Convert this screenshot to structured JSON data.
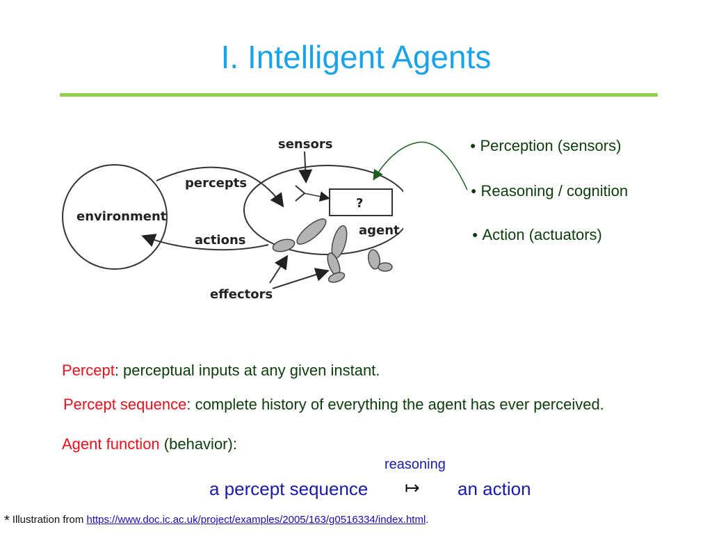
{
  "slide": {
    "title": "I. Intelligent Agents"
  },
  "diagram": {
    "labels": {
      "sensors": "sensors",
      "percepts": "percepts",
      "environment": "environment",
      "actions": "actions",
      "agent": "agent",
      "question": "?",
      "effectors": "effectors"
    }
  },
  "bullets": [
    "Perception (sensors)",
    "Reasoning / cognition",
    "Action (actuators)"
  ],
  "definitions": {
    "percept": {
      "term": "Percept",
      "text": ": perceptual inputs at any given instant."
    },
    "percept_sequence": {
      "term": "Percept sequence",
      "text": ": complete history of everything the agent has ever perceived."
    },
    "agent_function": {
      "term": "Agent function",
      "text": " (behavior):"
    }
  },
  "mapping": {
    "reasoning": "reasoning",
    "left": "a percept sequence",
    "arrow": "↦",
    "right": "an action"
  },
  "footnote": {
    "star": "*",
    "prefix": "Illustration from ",
    "url": "https://www.doc.ic.ac.uk/project/examples/2005/163/g0516334/index.html",
    "suffix": "."
  }
}
